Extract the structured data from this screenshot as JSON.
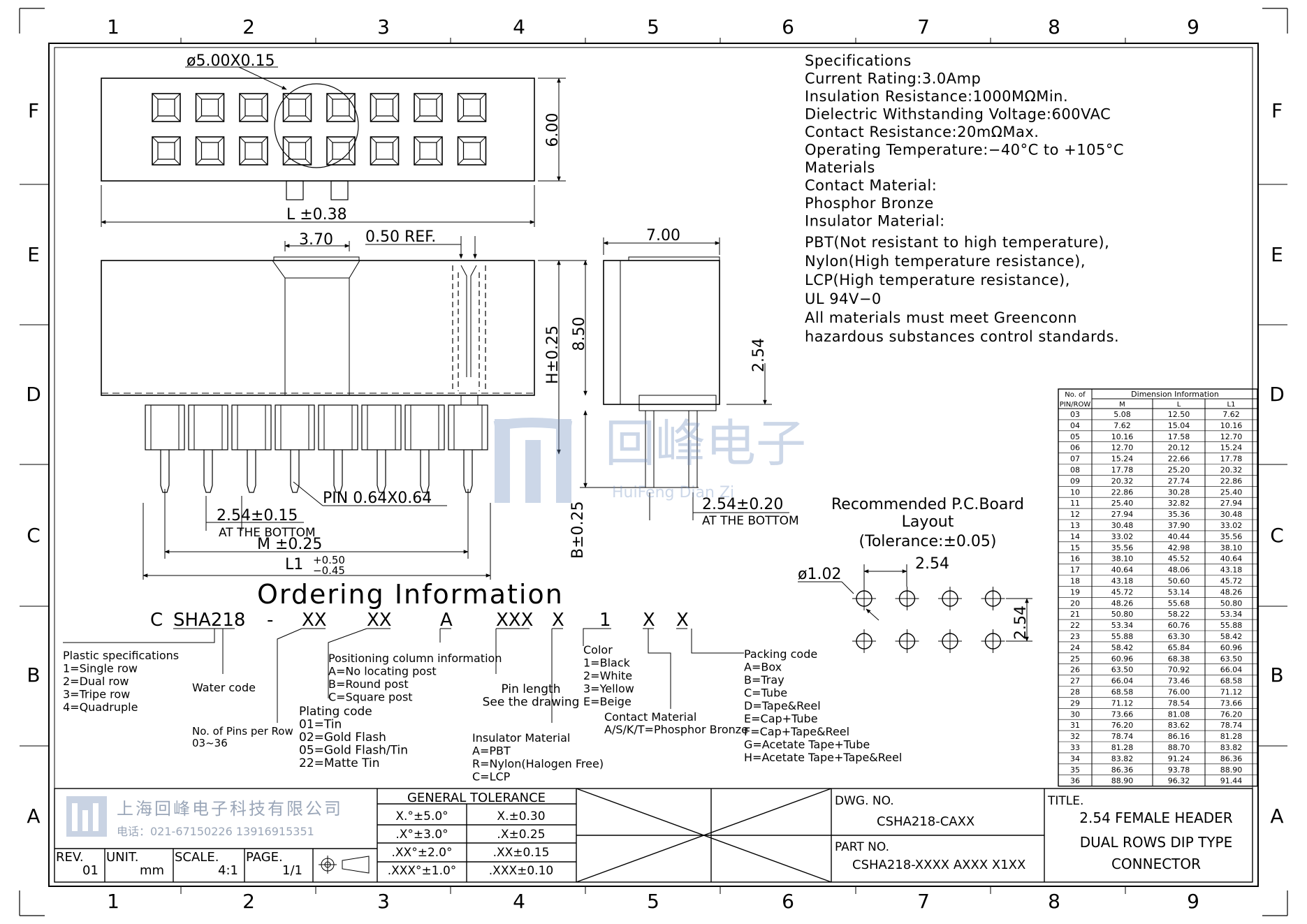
{
  "border": {
    "cols": [
      "1",
      "2",
      "3",
      "4",
      "5",
      "6",
      "7",
      "8",
      "9"
    ],
    "rows": [
      "F",
      "E",
      "D",
      "C",
      "B",
      "A"
    ]
  },
  "views": {
    "top": {
      "circle_dim": "ø5.00X0.15",
      "height_dim": "6.00",
      "length_dim": "L ±0.38"
    },
    "front": {
      "dim_370": "3.70",
      "dim_ref": "0.50 REF.",
      "dim_h": "H±0.25",
      "dim_850": "8.50",
      "pin": "PIN 0.64X0.64",
      "pitch": "2.54±0.15",
      "at_bottom": "AT THE BOTTOM",
      "m_dim": "M ±0.25",
      "l1_dim": "L1",
      "l1_plus": "+0.50",
      "l1_minus": "−0.45"
    },
    "side": {
      "width_dim": "7.00",
      "dim_254": "2.54",
      "b_dim": "B±0.25",
      "pitch": "2.54±0.20",
      "at_bottom": "AT THE BOTTOM"
    }
  },
  "watermark": {
    "text": "回峰电子",
    "sub": "HuiFeng Dian Zi"
  },
  "specs": [
    "Specifications",
    "Current Rating:3.0Amp",
    "Insulation Resistance:1000MΩMin.",
    "Dielectric Withstanding Voltage:600VAC",
    "Contact Resistance:20mΩMax.",
    "Operating Temperature:−40°C to +105°C",
    "Materials",
    "Contact Material:",
    "Phosphor Bronze",
    "Insulator Material:",
    "PBT(Not resistant to high temperature),",
    "Nylon(High temperature resistance),",
    "LCP(High temperature resistance),",
    "UL 94V−0",
    "All materials must meet Greenconn",
    "hazardous substances control standards."
  ],
  "pcb": {
    "title": [
      "Recommended P.C.Board",
      "Layout",
      "(Tolerance:±0.05)"
    ],
    "hole": "ø1.02",
    "pitch_x": "2.54",
    "pitch_y": "2.54"
  },
  "dim_table": {
    "header_pins": [
      "No. of",
      "PIN/ROW"
    ],
    "header_group": "Dimension Information",
    "headers": [
      "M",
      "L",
      "L1"
    ],
    "rows": [
      [
        "03",
        "5.08",
        "12.50",
        "7.62"
      ],
      [
        "04",
        "7.62",
        "15.04",
        "10.16"
      ],
      [
        "05",
        "10.16",
        "17.58",
        "12.70"
      ],
      [
        "06",
        "12.70",
        "20.12",
        "15.24"
      ],
      [
        "07",
        "15.24",
        "22.66",
        "17.78"
      ],
      [
        "08",
        "17.78",
        "25.20",
        "20.32"
      ],
      [
        "09",
        "20.32",
        "27.74",
        "22.86"
      ],
      [
        "10",
        "22.86",
        "30.28",
        "25.40"
      ],
      [
        "11",
        "25.40",
        "32.82",
        "27.94"
      ],
      [
        "12",
        "27.94",
        "35.36",
        "30.48"
      ],
      [
        "13",
        "30.48",
        "37.90",
        "33.02"
      ],
      [
        "14",
        "33.02",
        "40.44",
        "35.56"
      ],
      [
        "15",
        "35.56",
        "42.98",
        "38.10"
      ],
      [
        "16",
        "38.10",
        "45.52",
        "40.64"
      ],
      [
        "17",
        "40.64",
        "48.06",
        "43.18"
      ],
      [
        "18",
        "43.18",
        "50.60",
        "45.72"
      ],
      [
        "19",
        "45.72",
        "53.14",
        "48.26"
      ],
      [
        "20",
        "48.26",
        "55.68",
        "50.80"
      ],
      [
        "21",
        "50.80",
        "58.22",
        "53.34"
      ],
      [
        "22",
        "53.34",
        "60.76",
        "55.88"
      ],
      [
        "23",
        "55.88",
        "63.30",
        "58.42"
      ],
      [
        "24",
        "58.42",
        "65.84",
        "60.96"
      ],
      [
        "25",
        "60.96",
        "68.38",
        "63.50"
      ],
      [
        "26",
        "63.50",
        "70.92",
        "66.04"
      ],
      [
        "27",
        "66.04",
        "73.46",
        "68.58"
      ],
      [
        "28",
        "68.58",
        "76.00",
        "71.12"
      ],
      [
        "29",
        "71.12",
        "78.54",
        "73.66"
      ],
      [
        "30",
        "73.66",
        "81.08",
        "76.20"
      ],
      [
        "31",
        "76.20",
        "83.62",
        "78.74"
      ],
      [
        "32",
        "78.74",
        "86.16",
        "81.28"
      ],
      [
        "33",
        "81.28",
        "88.70",
        "83.82"
      ],
      [
        "34",
        "83.82",
        "91.24",
        "86.36"
      ],
      [
        "35",
        "86.36",
        "93.78",
        "88.90"
      ],
      [
        "36",
        "88.90",
        "96.32",
        "91.44"
      ]
    ]
  },
  "ordering": {
    "title": "Ordering Information",
    "code": [
      "C",
      "SHA218",
      "-",
      "XX",
      "XX",
      "A",
      "XXX",
      "X",
      "1",
      "X",
      "X"
    ],
    "plastic": [
      "Plastic specifications",
      "1=Single row",
      "2=Dual row",
      "3=Tripe row",
      "4=Quadruple"
    ],
    "water": "Water code",
    "pins_row": [
      "No. of Pins per Row",
      "03~36"
    ],
    "plating": [
      "Plating code",
      "01=Tin",
      "02=Gold Flash",
      "05=Gold Flash/Tin",
      "22=Matte Tin"
    ],
    "positioning": [
      "Positioning column information",
      "A=No locating post",
      "B=Round post",
      "C=Square post"
    ],
    "pin_length": [
      "Pin length",
      "See the drawing"
    ],
    "insulator": [
      "Insulator Material",
      "A=PBT",
      "R=Nylon(Halogen Free)",
      "C=LCP"
    ],
    "color": [
      "Color",
      "1=Black",
      "2=White",
      "3=Yellow",
      "E=Beige"
    ],
    "contact": [
      "Contact Material",
      "A/S/K/T=Phosphor Bronze"
    ],
    "packing": [
      "Packing code",
      "A=Box",
      "B=Tray",
      "C=Tube",
      "D=Tape&Reel",
      "E=Cap+Tube",
      "F=Cap+Tape&Reel",
      "G=Acetate Tape+Tube",
      "H=Acetate Tape+Tape&Reel"
    ]
  },
  "title_block": {
    "company": "上海回峰电子科技有限公司",
    "phone": "电话：021-67150226 13916915351",
    "rev_label": "REV.",
    "rev": "01",
    "unit_label": "UNIT.",
    "unit": "mm",
    "scale_label": "SCALE.",
    "scale": "4:1",
    "page_label": "PAGE.",
    "page": "1/1",
    "tolerance_title": "GENERAL TOLERANCE",
    "tolerance": [
      [
        "X.°±5.0°",
        "X.±0.30"
      ],
      [
        ".X°±3.0°",
        ".X±0.25"
      ],
      [
        ".XX°±2.0°",
        ".XX±0.15"
      ],
      [
        ".XXX°±1.0°",
        ".XXX±0.10"
      ]
    ],
    "dwg_label": "DWG. NO.",
    "dwg": "CSHA218-CAXX",
    "part_label": "PART NO.",
    "part": "CSHA218-XXXX AXXX X1XX",
    "title_label": "TITLE.",
    "title": [
      "2.54 FEMALE HEADER",
      "DUAL ROWS DIP TYPE",
      "CONNECTOR"
    ]
  }
}
